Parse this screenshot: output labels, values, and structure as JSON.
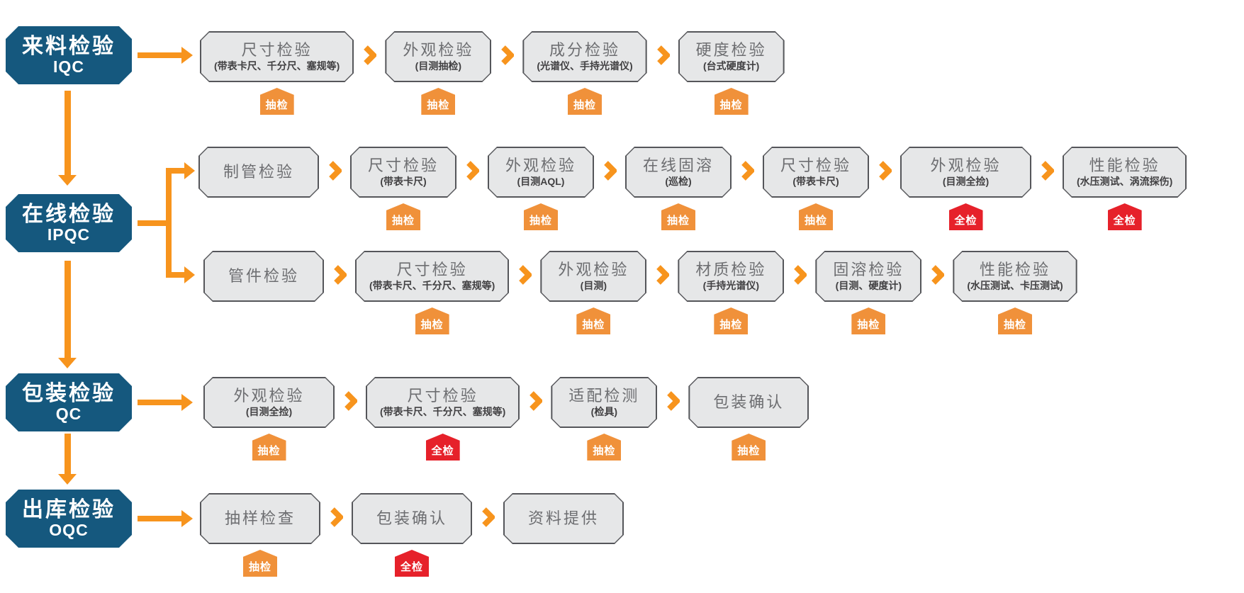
{
  "colors": {
    "stage_blue": "#15587E",
    "accent_orange": "#F7941D",
    "badge_orange": "#F0913A",
    "badge_red": "#E6212A",
    "box_fill": "#E6E7E8",
    "box_border": "#55565A",
    "title_gray": "#6D6E71",
    "subtitle_gray": "#414042"
  },
  "badge_labels": {
    "sampling": "抽检",
    "full": "全检"
  },
  "stages": [
    {
      "title": "来料检验",
      "code": "IQC"
    },
    {
      "title": "在线检验",
      "code": "IPQC"
    },
    {
      "title": "包装检验",
      "code": "QC"
    },
    {
      "title": "出库检验",
      "code": "OQC"
    }
  ],
  "rows": [
    {
      "stage": "IQC",
      "steps": [
        {
          "title": "尺寸检验",
          "subtitle": "(带表卡尺、千分尺、塞规等)",
          "badge": "抽检"
        },
        {
          "title": "外观检验",
          "subtitle": "(目测抽检)",
          "badge": "抽检"
        },
        {
          "title": "成分检验",
          "subtitle": "(光谱仪、手持光谱仪)",
          "badge": "抽检"
        },
        {
          "title": "硬度检验",
          "subtitle": "(台式硬度计)",
          "badge": "抽检"
        }
      ]
    },
    {
      "stage": "IPQC",
      "steps": [
        {
          "title": "制管检验"
        },
        {
          "title": "尺寸检验",
          "subtitle": "(带表卡尺)",
          "badge": "抽检"
        },
        {
          "title": "外观检验",
          "subtitle": "(目测AQL)",
          "badge": "抽检"
        },
        {
          "title": "在线固溶",
          "subtitle": "(巡检)",
          "badge": "抽检"
        },
        {
          "title": "尺寸检验",
          "subtitle": "(带表卡尺)",
          "badge": "抽检"
        },
        {
          "title": "外观检验",
          "subtitle": "(目测全捡)",
          "badge": "全检"
        },
        {
          "title": "性能检验",
          "subtitle": "(水压测试、涡流探伤)",
          "badge": "全检"
        }
      ]
    },
    {
      "stage": "IPQC",
      "steps": [
        {
          "title": "管件检验"
        },
        {
          "title": "尺寸检验",
          "subtitle": "(带表卡尺、千分尺、塞规等)",
          "badge": "抽检"
        },
        {
          "title": "外观检验",
          "subtitle": "(目测)",
          "badge": "抽检"
        },
        {
          "title": "材质检验",
          "subtitle": "(手持光谱仪)",
          "badge": "抽检"
        },
        {
          "title": "固溶检验",
          "subtitle": "(目测、硬度计)",
          "badge": "抽检"
        },
        {
          "title": "性能检验",
          "subtitle": "(水压测试、卡压测试)",
          "badge": "抽检"
        }
      ]
    },
    {
      "stage": "QC",
      "steps": [
        {
          "title": "外观检验",
          "subtitle": "(目测全捡)",
          "badge": "抽检"
        },
        {
          "title": "尺寸检验",
          "subtitle": "(带表卡尺、千分尺、塞规等)",
          "badge": "全检"
        },
        {
          "title": "适配检测",
          "subtitle": "(检具)",
          "badge": "抽检"
        },
        {
          "title": "包装确认",
          "badge": "抽检"
        }
      ]
    },
    {
      "stage": "OQC",
      "steps": [
        {
          "title": "抽样检查",
          "badge": "抽检"
        },
        {
          "title": "包装确认",
          "badge": "全检"
        },
        {
          "title": "资料提供"
        }
      ]
    }
  ]
}
